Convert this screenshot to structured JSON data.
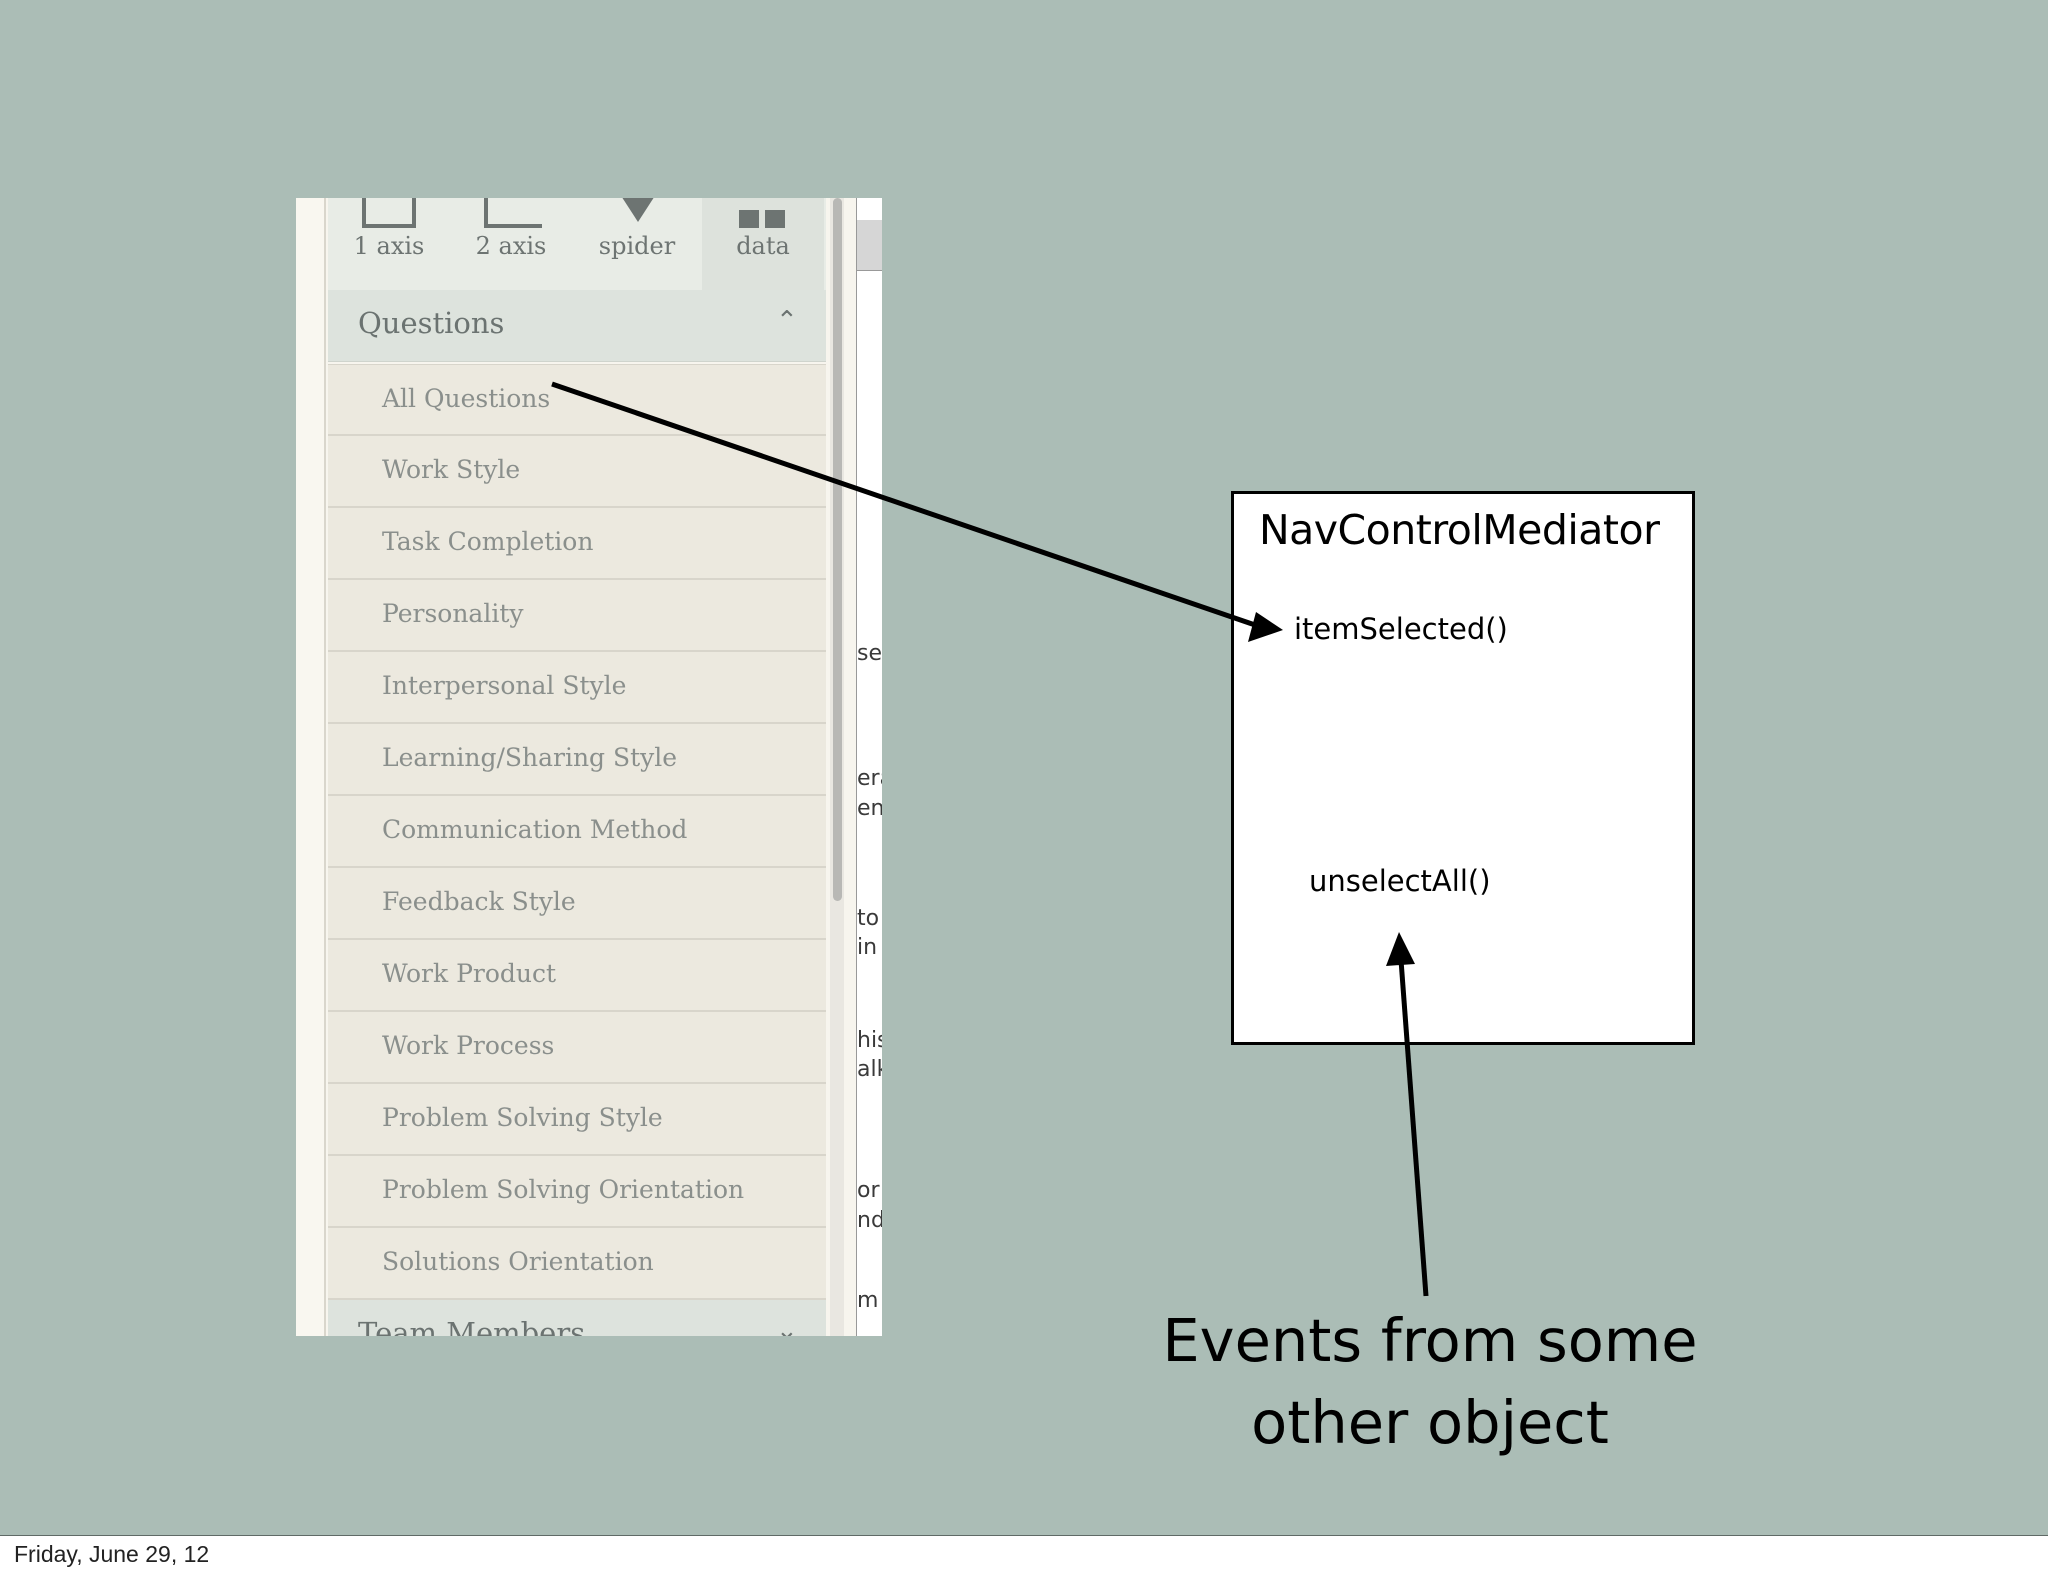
{
  "footer": {
    "date": "Friday, June 29, 12"
  },
  "panel": {
    "chart_types": [
      {
        "label": "1 axis",
        "icon": "one-axis-icon"
      },
      {
        "label": "2 axis",
        "icon": "two-axis-icon"
      },
      {
        "label": "spider",
        "icon": "spider-icon"
      },
      {
        "label": "data",
        "icon": "data-icon",
        "selected": true
      }
    ],
    "questions_header": "Questions",
    "questions": [
      "All Questions",
      "Work Style",
      "Task Completion",
      "Personality",
      "Interpersonal Style",
      "Learning/Sharing Style",
      "Communication Method",
      "Feedback Style",
      "Work Product",
      "Work Process",
      "Problem Solving Style",
      "Problem Solving Orientation",
      "Solutions Orientation"
    ],
    "team_header": "Team Members",
    "right_fragments": [
      "sel",
      "era",
      "en",
      "to",
      "in",
      "his",
      "alk",
      "or",
      "nd",
      "m"
    ]
  },
  "mediator": {
    "title": "NavControlMediator",
    "method_item_selected": "itemSelected()",
    "method_unselect_all": "unselectAll()"
  },
  "caption": {
    "line1": "Events from some",
    "line2": "other object"
  },
  "colors": {
    "slide_background": "#abbdb6",
    "arrow": "#000000"
  }
}
